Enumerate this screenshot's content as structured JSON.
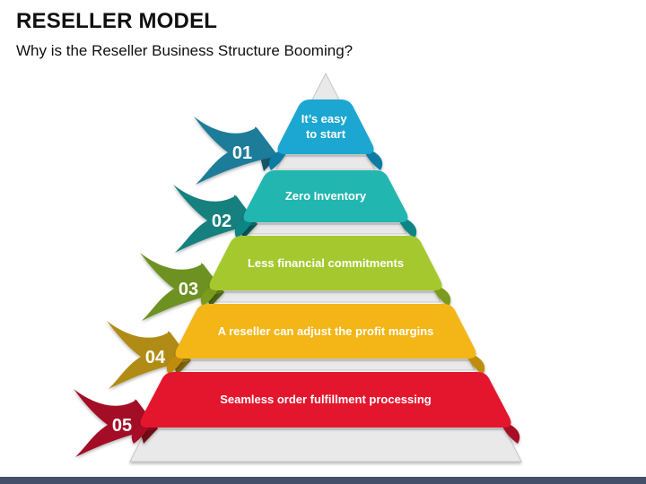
{
  "slide": {
    "title": "RESELLER MODEL",
    "subtitle": "Why is the Reseller Business Structure Booming?",
    "background_color": "#ffffff",
    "footer_bar_color": "#44506a"
  },
  "pyramid": {
    "base_fill": "#e9e9e9",
    "base_stroke": "#c6c6c6",
    "label_text_color": "#ffffff",
    "levels": [
      {
        "number": "01",
        "label": "It’s easy to start",
        "line1": "It’s easy",
        "line2": "to start",
        "band_color": "#1aa7d2",
        "band_curl_color": "#0c7ba3",
        "ribbon_color": "#1e7b99",
        "ribbon_fold_color": "#135468"
      },
      {
        "number": "02",
        "label": "Zero Inventory",
        "band_color": "#21b6b1",
        "band_curl_color": "#0e8584",
        "ribbon_color": "#16807e",
        "ribbon_fold_color": "#0a5756"
      },
      {
        "number": "03",
        "label": "Less financial commitments",
        "band_color": "#a5c82f",
        "band_curl_color": "#7c9b1b",
        "ribbon_color": "#6e9222",
        "ribbon_fold_color": "#4b6612"
      },
      {
        "number": "04",
        "label": "A reseller can adjust the profit margins",
        "band_color": "#f4b517",
        "band_curl_color": "#bf8d0e",
        "ribbon_color": "#b08c13",
        "ribbon_fold_color": "#7d630b"
      },
      {
        "number": "05",
        "label": "Seamless order fulfillment processing",
        "band_color": "#e4162f",
        "band_curl_color": "#a81026",
        "ribbon_color": "#a40e27",
        "ribbon_fold_color": "#720919"
      }
    ]
  }
}
